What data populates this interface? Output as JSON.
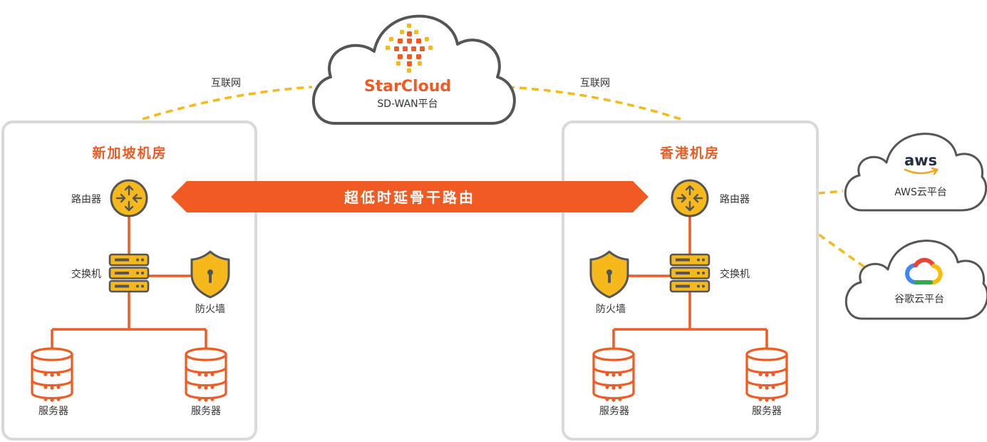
{
  "cloud": {
    "brand": "StarCloud",
    "subtitle": "SD-WAN平台"
  },
  "links": {
    "internet_left": "互联网",
    "internet_right": "互联网",
    "backbone": "超低时延骨干路由"
  },
  "rooms": {
    "left": {
      "title": "新加坡机房",
      "router": "路由器",
      "switch": "交换机",
      "firewall": "防火墙",
      "server1": "服务器",
      "server2": "服务器"
    },
    "right": {
      "title": "香港机房",
      "router": "路由器",
      "switch": "交换机",
      "firewall": "防火墙",
      "server1": "服务器",
      "server2": "服务器"
    }
  },
  "clouds": {
    "aws": {
      "logo": "aws",
      "label": "AWS云平台"
    },
    "google": {
      "label": "谷歌云平台"
    }
  },
  "colors": {
    "orange": "#f15a22",
    "yellow": "#f6b91b",
    "gray": "#555555",
    "box": "#d9d9d9",
    "dash": "#f6b91b"
  }
}
